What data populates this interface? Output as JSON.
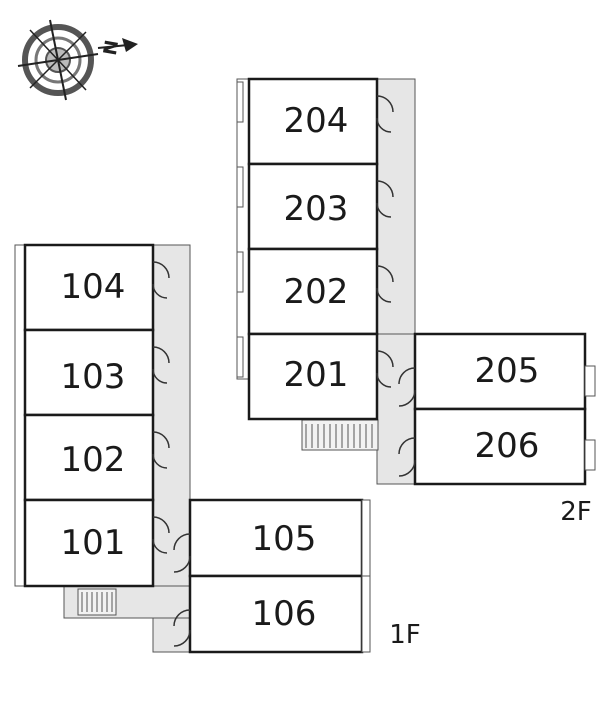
{
  "compass": {
    "label": "N",
    "icon": "compass-rose-icon"
  },
  "floors": [
    {
      "label": "2F",
      "rooms": [
        "204",
        "203",
        "202",
        "201",
        "205",
        "206"
      ]
    },
    {
      "label": "1F",
      "rooms": [
        "104",
        "103",
        "102",
        "101",
        "105",
        "106"
      ]
    }
  ],
  "colors": {
    "corridor": "#e6e6e6",
    "wall": "#1a1a1a",
    "background": "#ffffff"
  }
}
